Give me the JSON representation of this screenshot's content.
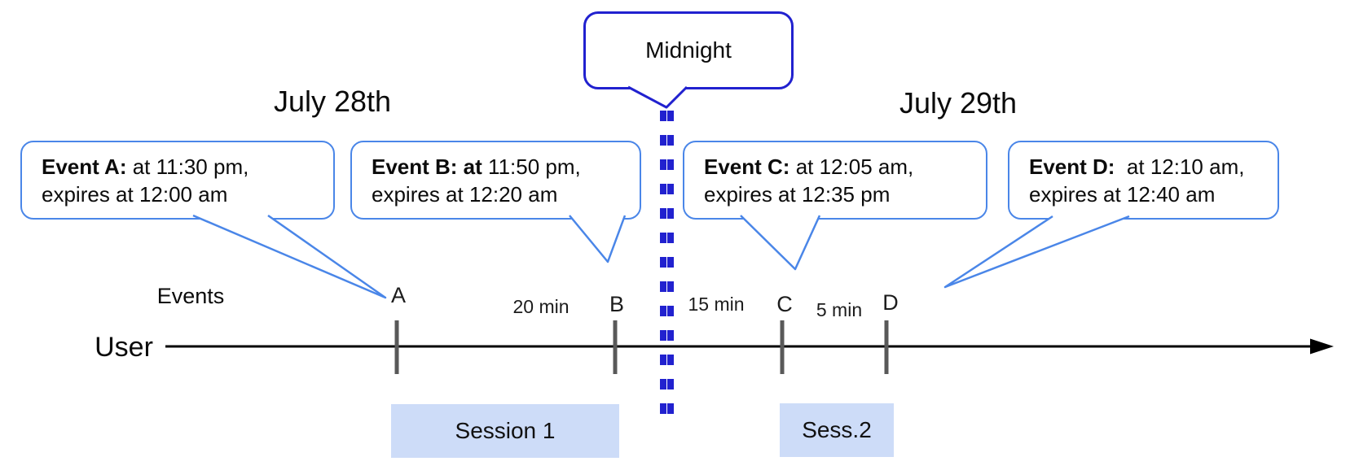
{
  "titles": {
    "left_date": "July 28th",
    "right_date": "July 29th"
  },
  "midnight_callout": {
    "label": "Midnight"
  },
  "event_callouts": [
    {
      "name": "Event A",
      "bold": "Event A:",
      "regular": " at 11:30 pm,",
      "line2": "expires at 12:00 am"
    },
    {
      "name": "Event B",
      "bold": "Event B: at",
      "regular": " 11:50 pm,",
      "line2": "expires at 12:20 am"
    },
    {
      "name": "Event C",
      "bold": "Event C:",
      "regular": " at 12:05 am,",
      "line2": "expires at 12:35 pm"
    },
    {
      "name": "Event D",
      "bold": "Event D:",
      "regular": "  at 12:10 am,",
      "line2": "expires at 12:40 am"
    }
  ],
  "axis": {
    "row_label": "User",
    "events_label": "Events"
  },
  "tick_labels": [
    "A",
    "B",
    "C",
    "D"
  ],
  "interval_labels": [
    "20 min",
    "15 min",
    "5 min"
  ],
  "sessions": [
    {
      "label": "Session 1"
    },
    {
      "label": "Sess.2"
    }
  ],
  "colors": {
    "callout_border_blue": "#4a86e8",
    "midnight_blue": "#2121cf",
    "session_fill": "#cddcf8",
    "tick_gray": "#595959",
    "axis_black": "#000000"
  }
}
